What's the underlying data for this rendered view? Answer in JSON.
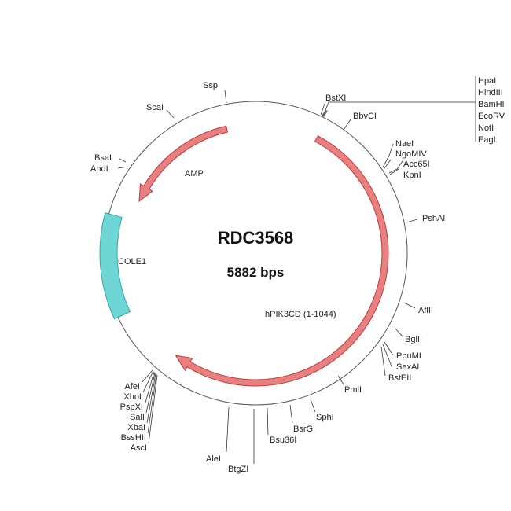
{
  "plasmid": {
    "name": "RDC3568",
    "size": "5882 bps"
  },
  "features": [
    {
      "name": "AMP",
      "color": "#e06666",
      "direction": "reverse"
    },
    {
      "name": "hPIK3CD (1-1044)",
      "color": "#e06666",
      "direction": "forward"
    },
    {
      "name": "COLE1",
      "color": "#6fd6d6",
      "direction": "none"
    }
  ],
  "enzymes": {
    "top": [
      "SspI",
      "ScaI",
      "BsaI",
      "AhdI",
      "BstXI",
      "BbvCI"
    ],
    "cluster_right": [
      "HpaI",
      "HindIII",
      "BamHI",
      "EcoRV",
      "NotI",
      "EagI"
    ],
    "right": [
      "NaeI",
      "NgoMIV",
      "Acc65I",
      "KpnI",
      "PshAI",
      "AflII",
      "BglII",
      "PpuMI",
      "SexAI",
      "BstEII",
      "PmlI"
    ],
    "bottom": [
      "SphI",
      "BsrGI",
      "Bsu36I",
      "AleI",
      "BtgZI"
    ],
    "cluster_left": [
      "AfeI",
      "XhoI",
      "PspXI",
      "SalI",
      "XbaI",
      "BssHII",
      "AscI"
    ]
  }
}
